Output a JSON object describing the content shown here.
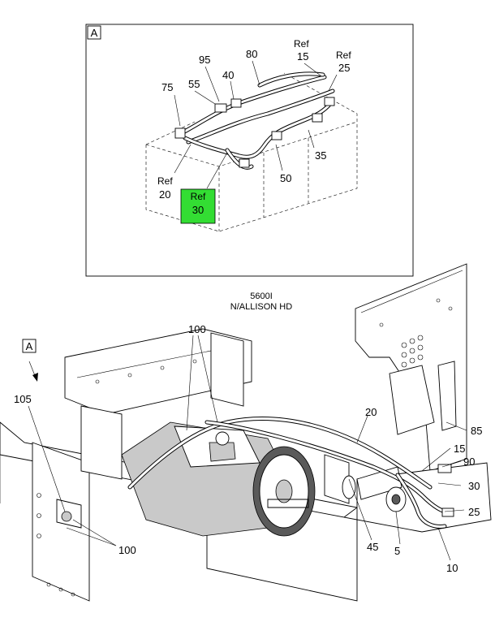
{
  "detail": {
    "letter": "A",
    "callouts": {
      "c75": "75",
      "c55": "55",
      "c95": "95",
      "c40": "40",
      "c80": "80",
      "c35": "35",
      "c50": "50"
    },
    "refs": {
      "r15": {
        "word": "Ref",
        "num": "15"
      },
      "r25": {
        "word": "Ref",
        "num": "25"
      },
      "r20": {
        "word": "Ref",
        "num": "20"
      },
      "r30": {
        "word": "Ref",
        "num": "30"
      }
    },
    "highlight_color": "#33dd33"
  },
  "caption": {
    "line1": "5600I",
    "line2": "N/ALLISON HD"
  },
  "main": {
    "view_letter": "A",
    "callouts": {
      "c100_top": "100",
      "c105": "105",
      "c100_bottom": "100",
      "c20": "20",
      "c85": "85",
      "c15": "15",
      "c90": "90",
      "c30": "30",
      "c25": "25",
      "c45": "45",
      "c5": "5",
      "c10": "10"
    }
  }
}
